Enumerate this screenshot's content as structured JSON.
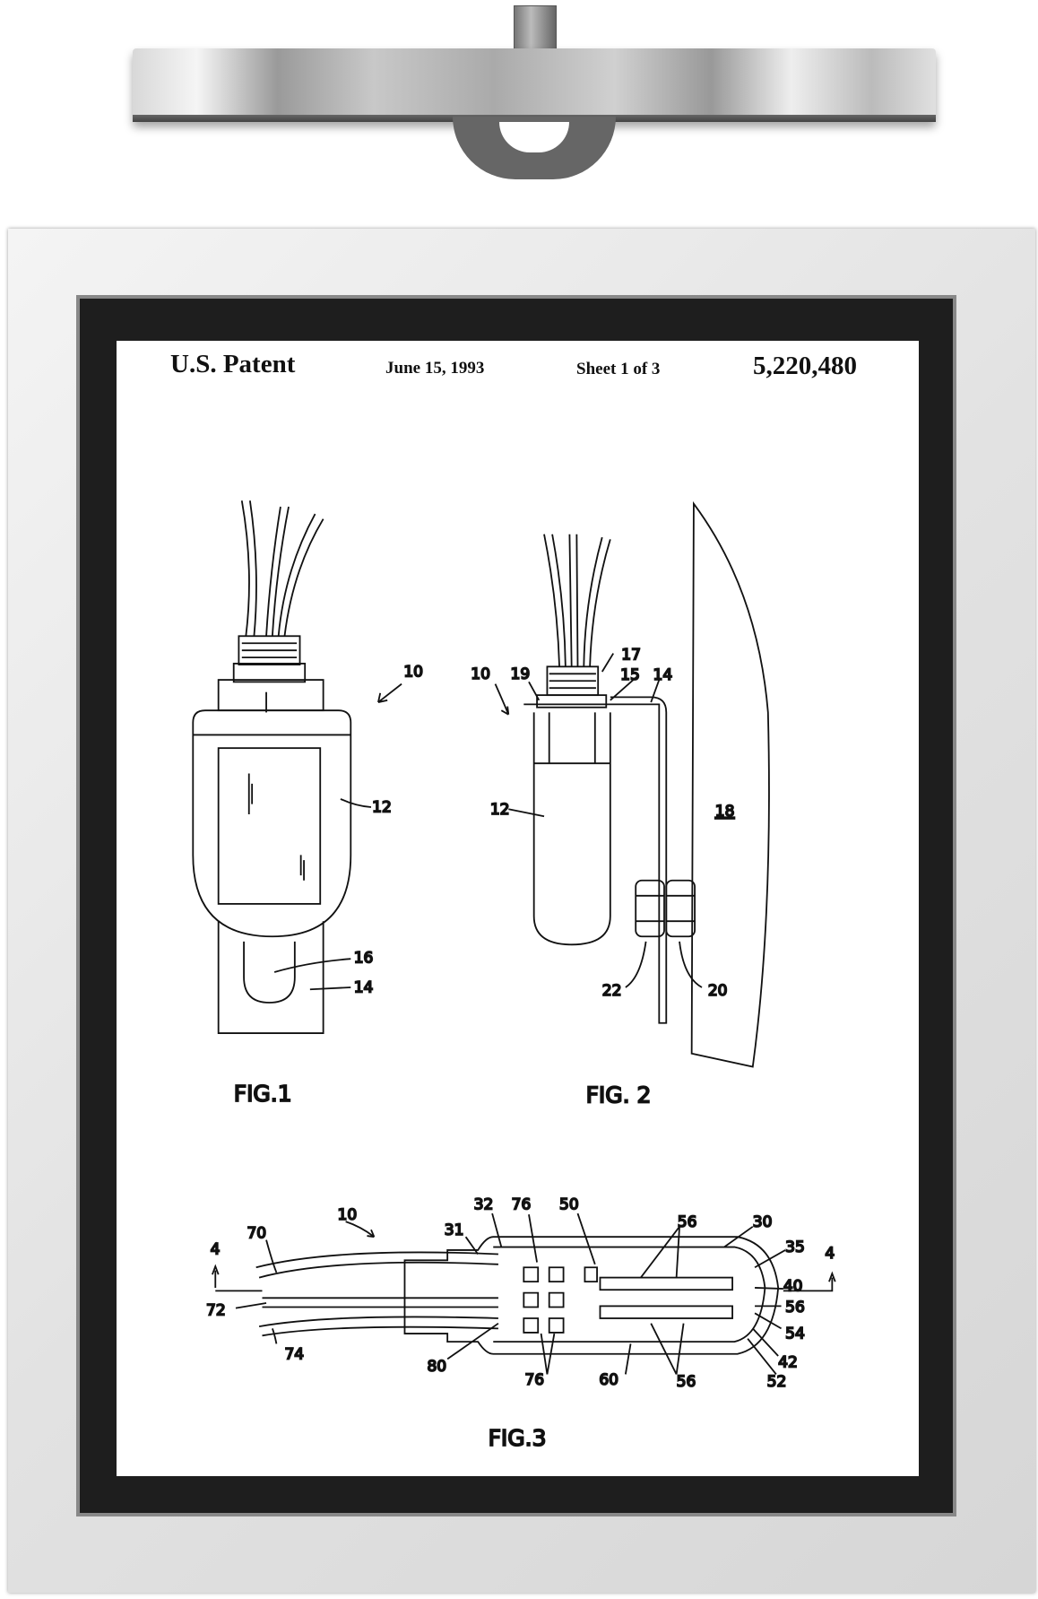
{
  "patent": {
    "office": "U.S. Patent",
    "date": "June 15, 1993",
    "sheet": "Sheet 1 of 3",
    "number": "5,220,480"
  },
  "figures": {
    "fig1": {
      "caption": "FIG.1",
      "labels": [
        "10",
        "12",
        "16",
        "14"
      ]
    },
    "fig2": {
      "caption": "FIG. 2",
      "labels": [
        "10",
        "19",
        "17",
        "15",
        "14",
        "12",
        "18",
        "22",
        "20"
      ]
    },
    "fig3": {
      "caption": "FIG.3",
      "labels": [
        "10",
        "70",
        "4",
        "72",
        "74",
        "31",
        "32",
        "76",
        "50",
        "56",
        "30",
        "35",
        "4",
        "40",
        "56",
        "54",
        "42",
        "52",
        "80",
        "76",
        "60",
        "56"
      ]
    }
  }
}
